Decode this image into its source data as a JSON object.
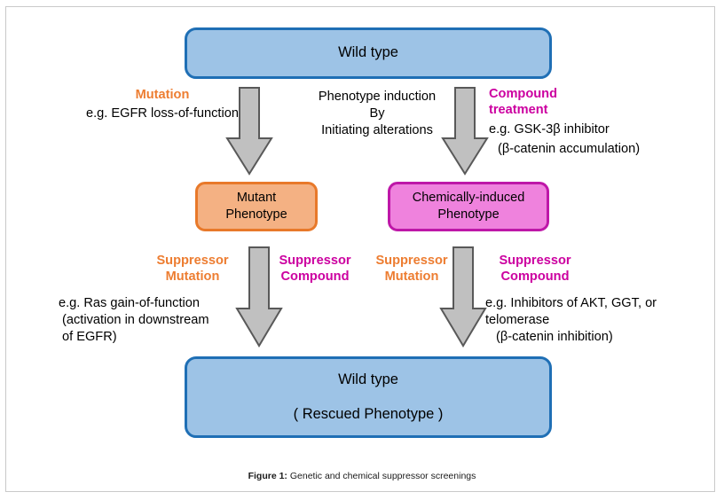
{
  "figure": {
    "caption_label": "Figure 1:",
    "caption_text": " Genetic and chemical suppressor screenings"
  },
  "colors": {
    "blue_fill": "#9dc3e6",
    "blue_border": "#1f6fb5",
    "orange_fill": "#f4b183",
    "orange_border": "#e8792a",
    "magenta_fill": "#ef82dd",
    "magenta_border": "#be17a8",
    "arrow_fill": "#c0c0c0",
    "arrow_border": "#595959",
    "orange_text": "#ed7d31",
    "magenta_text": "#cc00a0",
    "frame_border": "#c9c9c9"
  },
  "boxes": {
    "wildtype_top": {
      "line1": "Wild type"
    },
    "mutant_phenotype": {
      "line1": "Mutant",
      "line2": "Phenotype"
    },
    "chemical_phenotype": {
      "line1": "Chemically-induced",
      "line2": "Phenotype"
    },
    "wildtype_bottom": {
      "line1": "Wild type",
      "line2": "( Rescued Phenotype )"
    }
  },
  "labels": {
    "mutation": {
      "heading": "Mutation",
      "example": "e.g. EGFR loss-of-function"
    },
    "induction": {
      "line1": "Phenotype induction",
      "line2": "By",
      "line3": "Initiating alterations"
    },
    "compound_treatment": {
      "heading_line1": "Compound",
      "heading_line2": "treatment",
      "example_line1": "e.g. GSK-3β inhibitor",
      "example_line2": "(β-catenin accumulation)"
    },
    "suppressor_mutation_left": {
      "line1": "Suppressor",
      "line2": "Mutation"
    },
    "suppressor_compound_left": {
      "line1": "Suppressor",
      "line2": "Compound"
    },
    "suppressor_mutation_right": {
      "line1": "Suppressor",
      "line2": "Mutation"
    },
    "suppressor_compound_right": {
      "line1": "Suppressor",
      "line2": "Compound"
    },
    "ras_example": {
      "line1": "e.g. Ras gain-of-function",
      "line2": "(activation in downstream",
      "line3": "of EGFR)"
    },
    "inhibitors_example": {
      "line1": "e.g. Inhibitors of AKT, GGT, or",
      "line2": "telomerase",
      "line3": "(β-catenin inhibition)"
    }
  },
  "arrows": {
    "top_left": "down-arrow-icon",
    "top_right": "down-arrow-icon",
    "bottom_left": "down-arrow-icon",
    "bottom_right": "down-arrow-icon"
  }
}
